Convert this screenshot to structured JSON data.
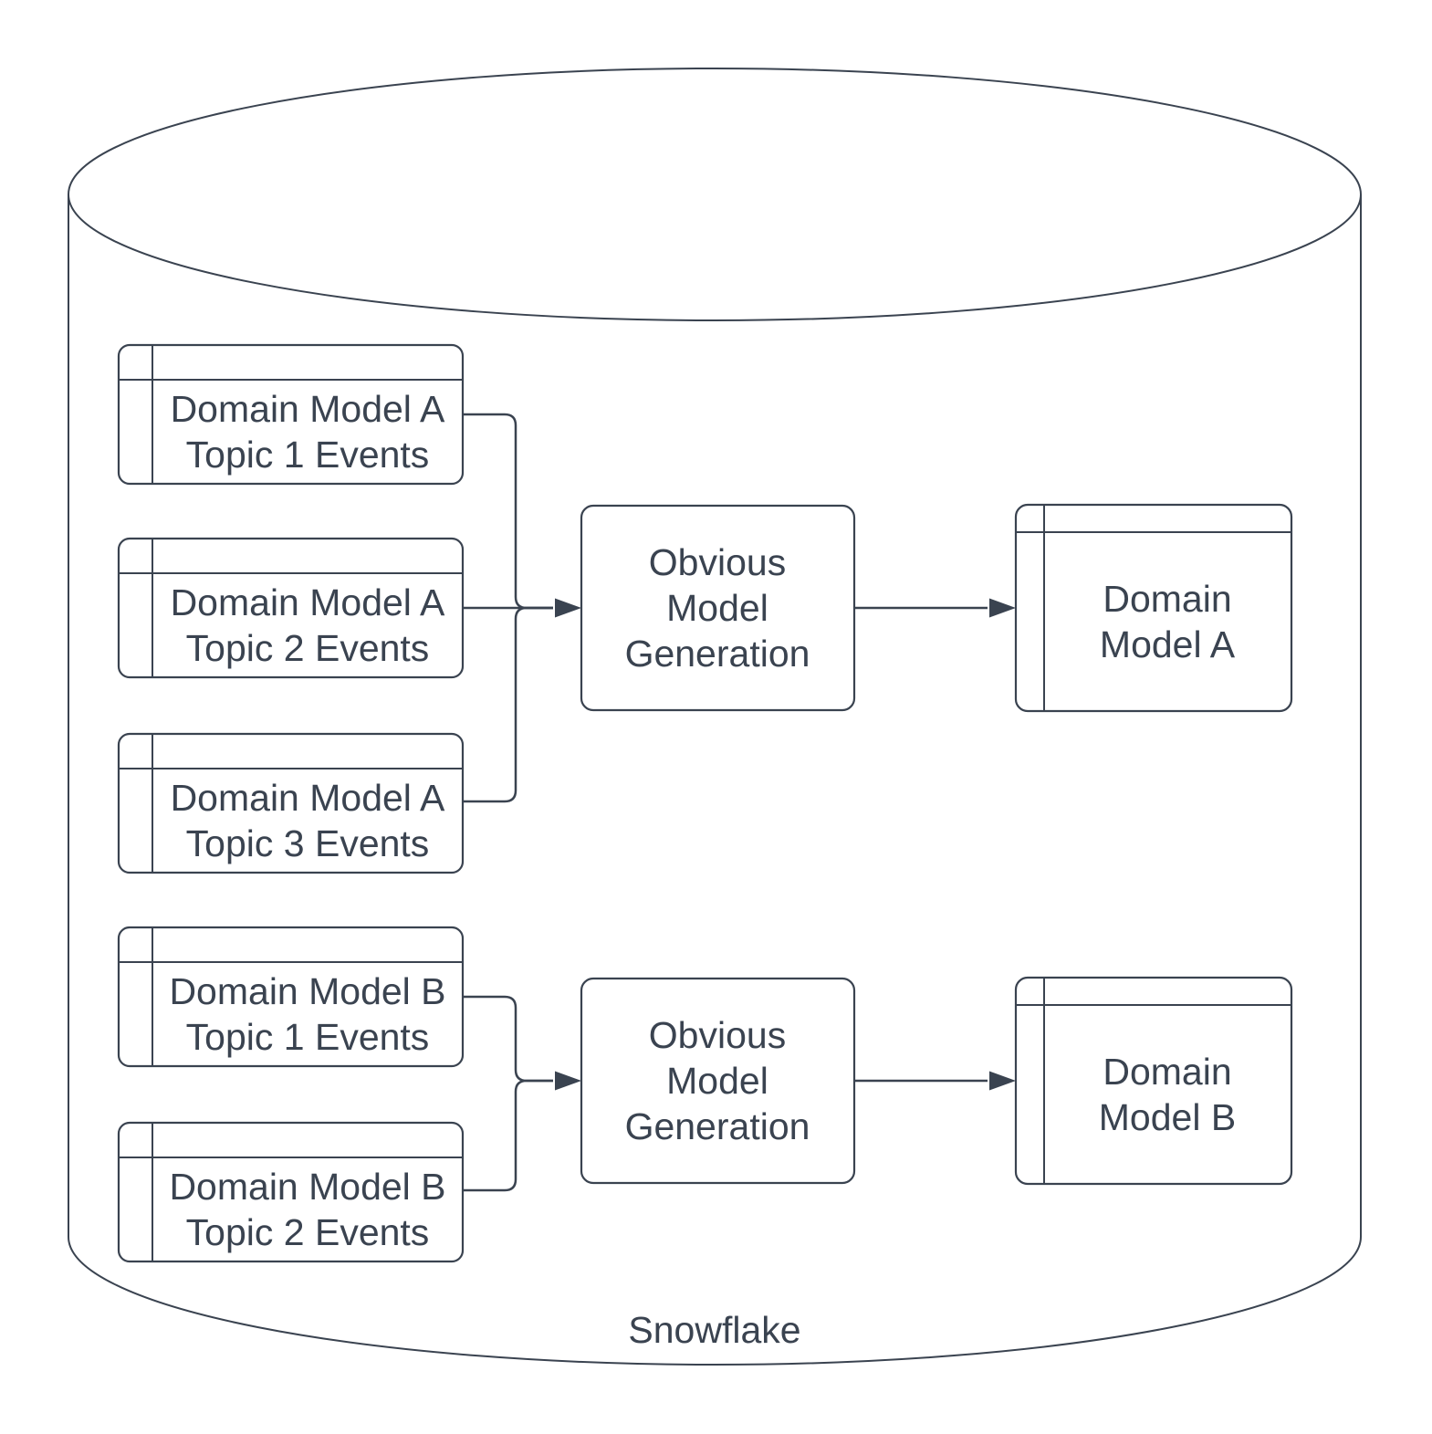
{
  "diagram": {
    "container": {
      "label": "Snowflake"
    },
    "colors": {
      "line": "#3a4350",
      "text": "#3a4350",
      "background": "#ffffff"
    },
    "source_tables": [
      {
        "line1": "Domain Model A",
        "line2": "Topic 1 Events"
      },
      {
        "line1": "Domain Model A",
        "line2": "Topic 2 Events"
      },
      {
        "line1": "Domain Model A",
        "line2": "Topic 3 Events"
      },
      {
        "line1": "Domain Model B",
        "line2": "Topic 1 Events"
      },
      {
        "line1": "Domain Model B",
        "line2": "Topic 2 Events"
      }
    ],
    "processes": [
      {
        "line1": "Obvious",
        "line2": "Model",
        "line3": "Generation"
      },
      {
        "line1": "Obvious",
        "line2": "Model",
        "line3": "Generation"
      }
    ],
    "output_tables": [
      {
        "line1": "Domain",
        "line2": "Model A"
      },
      {
        "line1": "Domain",
        "line2": "Model B"
      }
    ]
  }
}
